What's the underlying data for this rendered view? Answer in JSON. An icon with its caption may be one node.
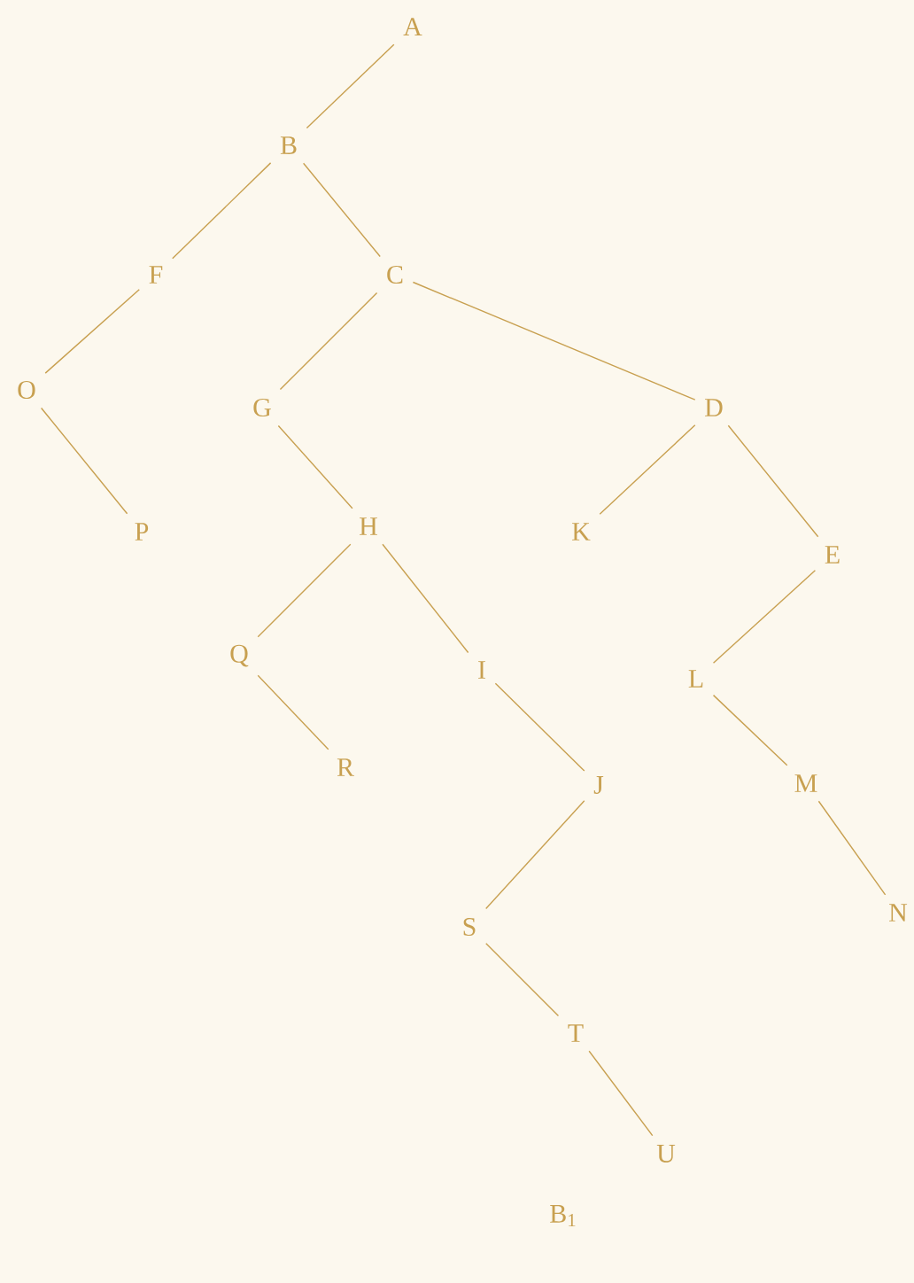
{
  "diagram": {
    "caption": "B$_{1}$",
    "nodes": [
      {
        "text": [
          "A"
        ]
      },
      {
        "text": [
          "B"
        ]
      },
      {
        "text": [
          "F"
        ]
      },
      {
        "text": [
          "C"
        ]
      },
      {
        "text": [
          "O"
        ]
      },
      {
        "text": [
          "G"
        ]
      },
      {
        "text": [
          "D"
        ]
      },
      {
        "text": [
          "P"
        ]
      },
      {
        "text": [
          "H"
        ]
      },
      {
        "text": [
          "K"
        ]
      },
      {
        "text": [
          "E"
        ]
      },
      {
        "text": [
          "Q"
        ]
      },
      {
        "text": [
          "I"
        ]
      },
      {
        "text": [
          "L"
        ]
      },
      {
        "text": [
          "R"
        ]
      },
      {
        "text": [
          "J"
        ]
      },
      {
        "text": [
          "M"
        ]
      },
      {
        "text": [
          "N"
        ]
      },
      {
        "text": [
          "S"
        ]
      },
      {
        "text": [
          "T"
        ]
      },
      {
        "text": [
          "U"
        ]
      }
    ],
    "edges": [
      {
        "from": 0,
        "to": 1,
        "arrow": "none"
      },
      {
        "from": 1,
        "to": 2,
        "arrow": "none"
      },
      {
        "from": 1,
        "to": 3,
        "arrow": "none"
      },
      {
        "from": 2,
        "to": 4,
        "arrow": "none"
      },
      {
        "from": 4,
        "to": 7,
        "arrow": "none"
      },
      {
        "from": 3,
        "to": 5,
        "arrow": "none"
      },
      {
        "from": 3,
        "to": 6,
        "arrow": "none"
      },
      {
        "from": 5,
        "to": 8,
        "arrow": "none"
      },
      {
        "from": 6,
        "to": 9,
        "arrow": "none"
      },
      {
        "from": 6,
        "to": 10,
        "arrow": "none"
      },
      {
        "from": 8,
        "to": 11,
        "arrow": "none"
      },
      {
        "from": 8,
        "to": 12,
        "arrow": "none"
      },
      {
        "from": 11,
        "to": 14,
        "arrow": "none"
      },
      {
        "from": 12,
        "to": 15,
        "arrow": "none"
      },
      {
        "from": 10,
        "to": 13,
        "arrow": "none"
      },
      {
        "from": 13,
        "to": 16,
        "arrow": "none"
      },
      {
        "from": 16,
        "to": 17,
        "arrow": "none"
      },
      {
        "from": 15,
        "to": 18,
        "arrow": "none"
      },
      {
        "from": 18,
        "to": 19,
        "arrow": "none"
      },
      {
        "from": 19,
        "to": 20,
        "arrow": "none"
      }
    ]
  }
}
